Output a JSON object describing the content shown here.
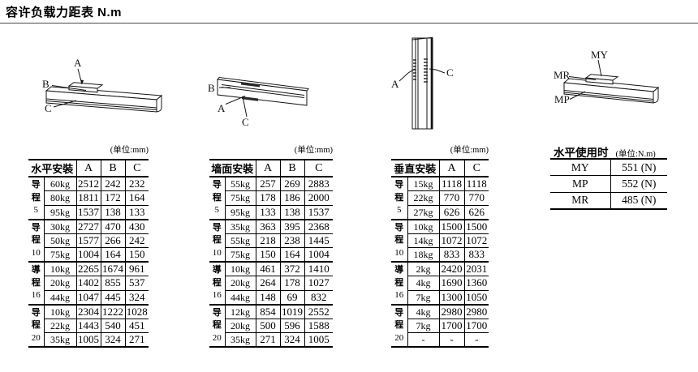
{
  "page": {
    "title": "容许负载力距表 N.m"
  },
  "tables": [
    {
      "header": "水平安裝",
      "unit": "(单位:mm)",
      "columns": [
        "A",
        "B",
        "C"
      ],
      "groups": [
        {
          "lead": [
            "导",
            "程",
            "5"
          ],
          "rows": [
            [
              "60kg",
              "2512",
              "242",
              "232"
            ],
            [
              "80kg",
              "1811",
              "172",
              "164"
            ],
            [
              "95kg",
              "1537",
              "138",
              "133"
            ]
          ]
        },
        {
          "lead": [
            "导",
            "程",
            "10"
          ],
          "rows": [
            [
              "30kg",
              "2727",
              "470",
              "430"
            ],
            [
              "50kg",
              "1577",
              "266",
              "242"
            ],
            [
              "75kg",
              "1004",
              "164",
              "150"
            ]
          ]
        },
        {
          "lead": [
            "導",
            "程",
            "16"
          ],
          "rows": [
            [
              "10kg",
              "2265",
              "1674",
              "961"
            ],
            [
              "20kg",
              "1402",
              "855",
              "537"
            ],
            [
              "44kg",
              "1047",
              "445",
              "324"
            ]
          ]
        },
        {
          "lead": [
            "导",
            "程",
            "20"
          ],
          "rows": [
            [
              "10kg",
              "2304",
              "1222",
              "1028"
            ],
            [
              "22kg",
              "1443",
              "540",
              "451"
            ],
            [
              "35kg",
              "1005",
              "324",
              "271"
            ]
          ]
        }
      ]
    },
    {
      "header": "墙面安裝",
      "unit": "(单位:mm)",
      "columns": [
        "A",
        "B",
        "C"
      ],
      "groups": [
        {
          "lead": [
            "导",
            "程",
            "5"
          ],
          "rows": [
            [
              "55kg",
              "257",
              "269",
              "2883"
            ],
            [
              "75kg",
              "178",
              "186",
              "2000"
            ],
            [
              "95kg",
              "133",
              "138",
              "1537"
            ]
          ]
        },
        {
          "lead": [
            "导",
            "程",
            "10"
          ],
          "rows": [
            [
              "35kg",
              "363",
              "395",
              "2368"
            ],
            [
              "55kg",
              "218",
              "238",
              "1445"
            ],
            [
              "75kg",
              "150",
              "164",
              "1004"
            ]
          ]
        },
        {
          "lead": [
            "導",
            "程",
            "16"
          ],
          "rows": [
            [
              "10kg",
              "461",
              "372",
              "1410"
            ],
            [
              "20kg",
              "264",
              "178",
              "1027"
            ],
            [
              "44kg",
              "148",
              "69",
              "832"
            ]
          ]
        },
        {
          "lead": [
            "导",
            "程",
            "20"
          ],
          "rows": [
            [
              "12kg",
              "854",
              "1019",
              "2552"
            ],
            [
              "20kg",
              "500",
              "596",
              "1588"
            ],
            [
              "35kg",
              "271",
              "324",
              "1005"
            ]
          ]
        }
      ]
    },
    {
      "header": "垂直安裝",
      "unit": "(单位:mm)",
      "columns": [
        "A",
        "C"
      ],
      "groups": [
        {
          "lead": [
            "导",
            "程",
            "5"
          ],
          "rows": [
            [
              "15kg",
              "1118",
              "1118"
            ],
            [
              "22kg",
              "770",
              "770"
            ],
            [
              "27kg",
              "626",
              "626"
            ]
          ]
        },
        {
          "lead": [
            "导",
            "程",
            "10"
          ],
          "rows": [
            [
              "10kg",
              "1500",
              "1500"
            ],
            [
              "14kg",
              "1072",
              "1072"
            ],
            [
              "18kg",
              "833",
              "833"
            ]
          ]
        },
        {
          "lead": [
            "導",
            "程",
            "16"
          ],
          "rows": [
            [
              "2kg",
              "2420",
              "2031"
            ],
            [
              "4kg",
              "1690",
              "1360"
            ],
            [
              "7kg",
              "1300",
              "1050"
            ]
          ]
        },
        {
          "lead": [
            "导",
            "程",
            "20"
          ],
          "rows": [
            [
              "4kg",
              "2980",
              "2980"
            ],
            [
              "7kg",
              "1700",
              "1700"
            ],
            [
              "-",
              "-",
              "-"
            ]
          ]
        }
      ]
    }
  ],
  "moment_table": {
    "header": "水平使用时",
    "unit": "(单位:N.m)",
    "rows": [
      [
        "MY",
        "551 (N)"
      ],
      [
        "MP",
        "552 (N)"
      ],
      [
        "MR",
        "485 (N)"
      ]
    ]
  },
  "diagrams": {
    "horizontal": {
      "labels": [
        "A",
        "B",
        "C"
      ]
    },
    "wall": {
      "labels": [
        "B",
        "A",
        "C"
      ]
    },
    "vertical": {
      "labels": [
        "A",
        "C"
      ]
    },
    "moment": {
      "labels": [
        "MY",
        "MR",
        "MP"
      ]
    }
  }
}
